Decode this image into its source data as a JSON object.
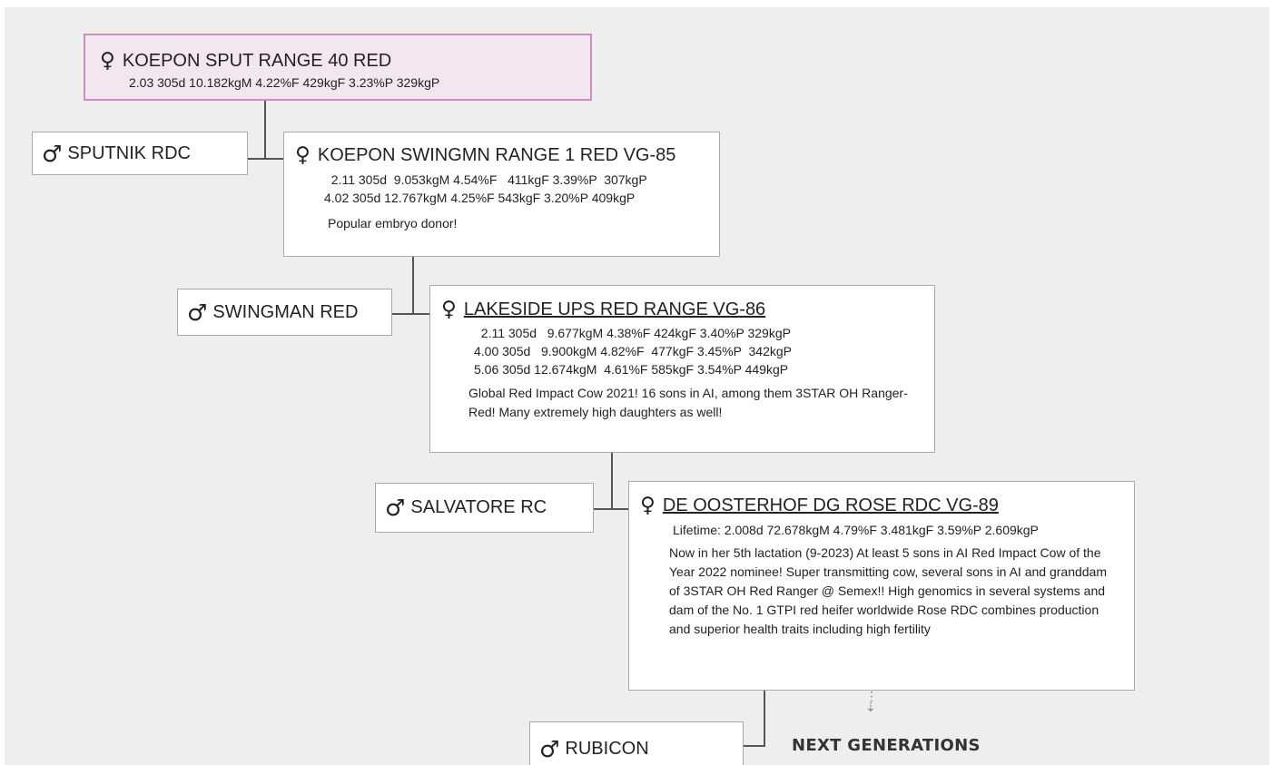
{
  "symbols": {
    "female": "♀",
    "male": "♂"
  },
  "gen1": {
    "name": "KOEPON SPUT RANGE 40 RED",
    "records": [
      "2.03 305d 10.182kgM 4.22%F 429kgF 3.23%P 329kgP"
    ],
    "sire": "SPUTNIK RDC"
  },
  "gen2": {
    "name": "KOEPON SWINGMN RANGE 1 RED VG-85",
    "records": [
      "  2.11 305d  9.053kgM 4.54%F   411kgF 3.39%P  307kgP",
      "4.02 305d 12.767kgM 4.25%F 543kgF 3.20%P 409kgP"
    ],
    "note": "Popular embryo donor!",
    "sire": "SWINGMAN RED"
  },
  "gen3": {
    "name": "LAKESIDE UPS RED RANGE VG-86",
    "records": [
      "  2.11 305d   9.677kgM 4.38%F 424kgF 3.40%P 329kgP",
      "4.00 305d   9.900kgM 4.82%F  477kgF 3.45%P  342kgP",
      "5.06 305d 12.674kgM  4.61%F 585kgF 3.54%P 449kgP"
    ],
    "note": "Global Red Impact Cow 2021! 16 sons in AI, among them 3STAR OH Ranger-Red! Many extremely high daughters as well!",
    "sire": "SALVATORE RC"
  },
  "gen4": {
    "name": "DE OOSTERHOF DG ROSE RDC VG-89",
    "records": [
      "Lifetime: 2.008d 72.678kgM 4.79%F 3.481kgF 3.59%P 2.609kgP"
    ],
    "note": "Now in her 5th lactation (9-2023) At least 5 sons in AI Red Impact Cow of the Year 2022 nominee! Super transmitting cow, several sons in AI and granddam of 3STAR OH Red Ranger @ Semex!! High genomics in several systems and dam of the No. 1 GTPI red heifer worldwide Rose RDC combines production and superior health traits including high fertility",
    "sire": "RUBICON"
  },
  "next_generations_label": "NEXT GENERATIONS"
}
